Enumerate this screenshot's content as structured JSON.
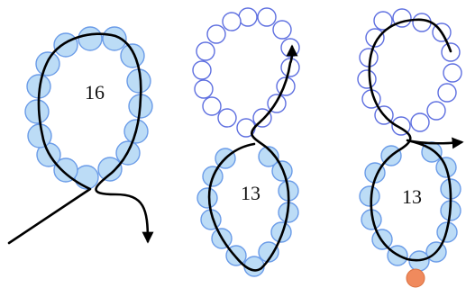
{
  "figure": {
    "colors": {
      "filled_bead_fill": "#bcdcf6",
      "filled_bead_stroke": "#6b9ce8",
      "outline_bead_fill": "#ffffff",
      "outline_bead_stroke": "#5e6fe0",
      "thread": "#000000",
      "end_bead": "#f08a5d"
    },
    "panels": [
      {
        "count": "16"
      },
      {
        "count": "13"
      },
      {
        "count": "13"
      }
    ]
  }
}
